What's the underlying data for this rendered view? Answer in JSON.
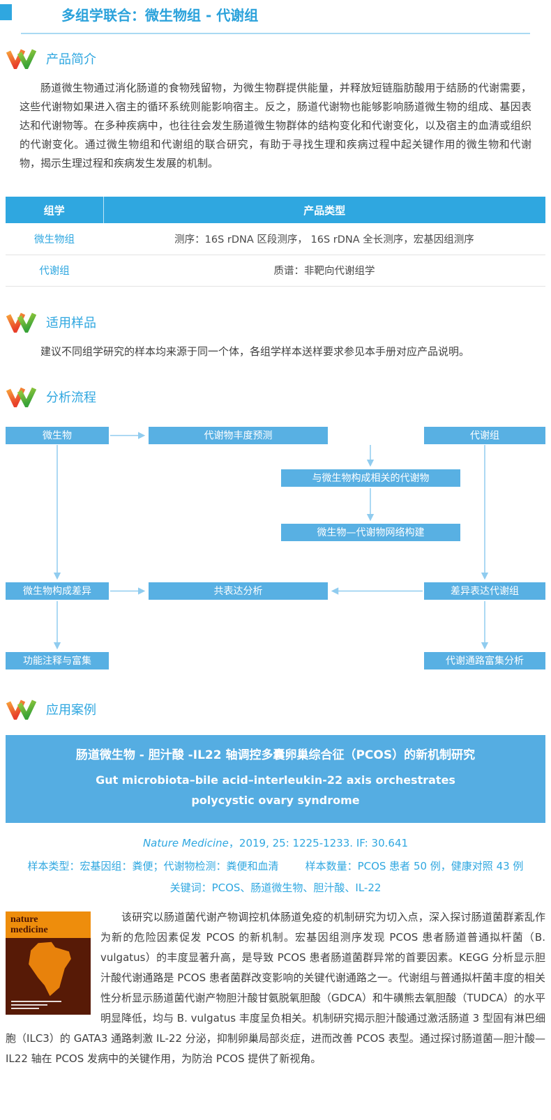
{
  "page": {
    "title": "多组学联合：微生物组 - 代谢组"
  },
  "sections": {
    "intro": {
      "title": "产品简介",
      "body": "肠道微生物通过消化肠道的食物残留物，为微生物群提供能量，并释放短链脂肪酸用于结肠的代谢需要，这些代谢物如果进入宿主的循环系统则能影响宿主。反之，肠道代谢物也能够影响肠道微生物的组成、基因表达和代谢物等。在多种疾病中，也往往会发生肠道微生物群体的结构变化和代谢变化，以及宿主的血清或组织的代谢变化。通过微生物组和代谢组的联合研究，有助于寻找生理和疾病过程中起关键作用的微生物和代谢物，揭示生理过程和疾病发生发展的机制。"
    },
    "samples": {
      "title": "适用样品",
      "body": "建议不同组学研究的样本均来源于同一个体，各组学样本送样要求参见本手册对应产品说明。"
    },
    "workflow": {
      "title": "分析流程"
    },
    "cases": {
      "title": "应用案例"
    }
  },
  "product_table": {
    "headers": [
      "组学",
      "产品类型"
    ],
    "rows": [
      {
        "omics": "微生物组",
        "products": "测序：16S rDNA 区段测序， 16S rDNA 全长测序，宏基因组测序"
      },
      {
        "omics": "代谢组",
        "products": "质谱：非靶向代谢组学"
      }
    ]
  },
  "flowchart": {
    "microbe": "微生物",
    "abundance_prediction": "代谢物丰度预测",
    "metabolome": "代谢组",
    "related_metabolites": "与微生物构成相关的代谢物",
    "network": "微生物—代谢物网络构建",
    "microbe_diff": "微生物构成差异",
    "coexpression": "共表达分析",
    "metabolome_diff": "差异表达代谢组",
    "function_enrichment": "功能注释与富集",
    "pathway_enrichment": "代谢通路富集分析"
  },
  "case_study": {
    "title_cn": "肠道微生物 - 胆汁酸 -IL22 轴调控多囊卵巢综合征（PCOS）的新机制研究",
    "title_en": "Gut microbiota–bile acid–interleukin-22 axis orchestrates polycystic ovary syndrome",
    "journal": "Nature Medicine",
    "citation": "，2019, 25: 1225-1233. IF: 30.641",
    "sample_type": "样本类型：宏基因组：粪便；代谢物检测：粪便和血清",
    "sample_count": "样本数量：PCOS 患者 50 例，健康对照 43 例",
    "keywords": "关键词：PCOS、肠道微生物、胆汁酸、IL-22",
    "body": "该研究以肠道菌代谢产物调控机体肠道免疫的机制研究为切入点，深入探讨肠道菌群紊乱作为新的危险因素促发 PCOS 的新机制。宏基因组测序发现 PCOS 患者肠道普通拟杆菌（B. vulgatus）的丰度显著升高，是导致 PCOS 患者肠道菌群异常的首要因素。KEGG 分析显示胆汁酸代谢通路是 PCOS 患者菌群改变影响的关键代谢通路之一。代谢组与普通拟杆菌丰度的相关性分析显示肠道菌代谢产物胆汁酸甘氨脱氧胆酸（GDCA）和牛磺熊去氧胆酸（TUDCA）的水平明显降低，均与 B. vulgatus 丰度呈负相关。机制研究揭示胆汁酸通过激活肠道 3 型固有淋巴细胞（ILC3）的 GATA3 通路刺激 IL-22 分泌，抑制卵巢局部炎症，进而改善 PCOS 表型。通过探讨肠道菌—胆汁酸—IL22 轴在 PCOS 发病中的关键作用，为防治 PCOS 提供了新视角。",
    "cover": {
      "journal_name_line1": "nature",
      "journal_name_line2": "medicine"
    }
  },
  "colors": {
    "primary_blue": "#2FA7E0",
    "box_blue": "#58B0E3",
    "arrow_blue": "#90CCEF",
    "banner_blue": "#55ADE2"
  }
}
